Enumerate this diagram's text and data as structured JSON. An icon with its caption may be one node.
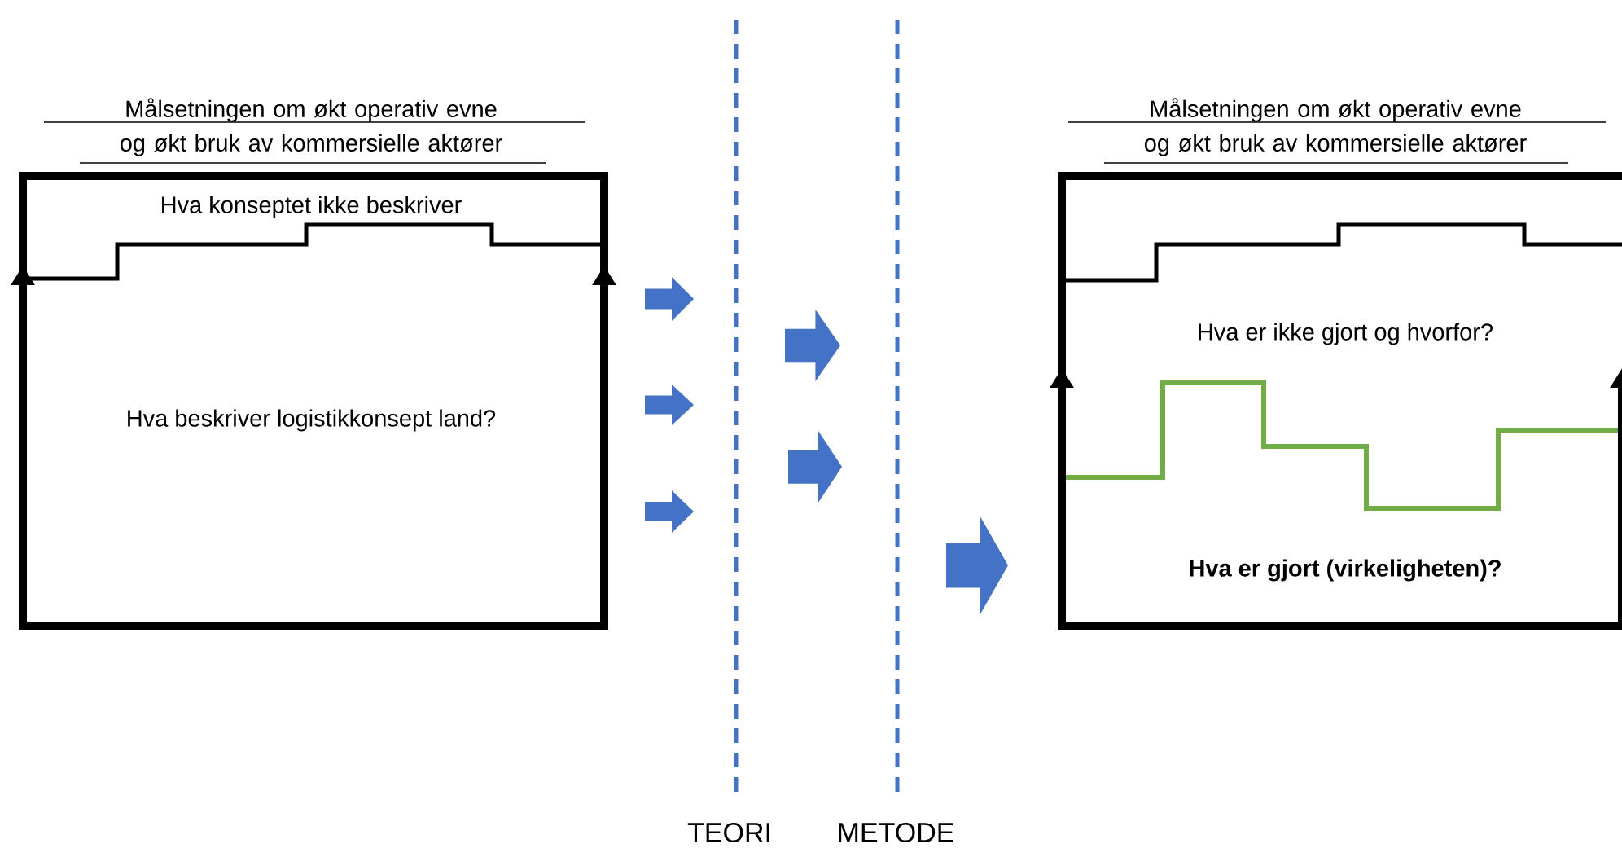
{
  "diagram": {
    "nodes": [
      {
        "text": [
          "Målsetningen om økt operativ evne og økt bruk av kommersielle aktører",
          "Hva konseptet ikke beskriver",
          "Hva beskriver logistikkonsept land?"
        ]
      },
      {
        "text": [
          "Målsetningen om økt operativ evne og økt bruk av kommersielle aktører",
          "Hva er ikke gjort og hvorfor?",
          "Hva er gjort (virkeligheten)?"
        ]
      }
    ],
    "labels": [
      "TEORI",
      "METODE"
    ]
  }
}
